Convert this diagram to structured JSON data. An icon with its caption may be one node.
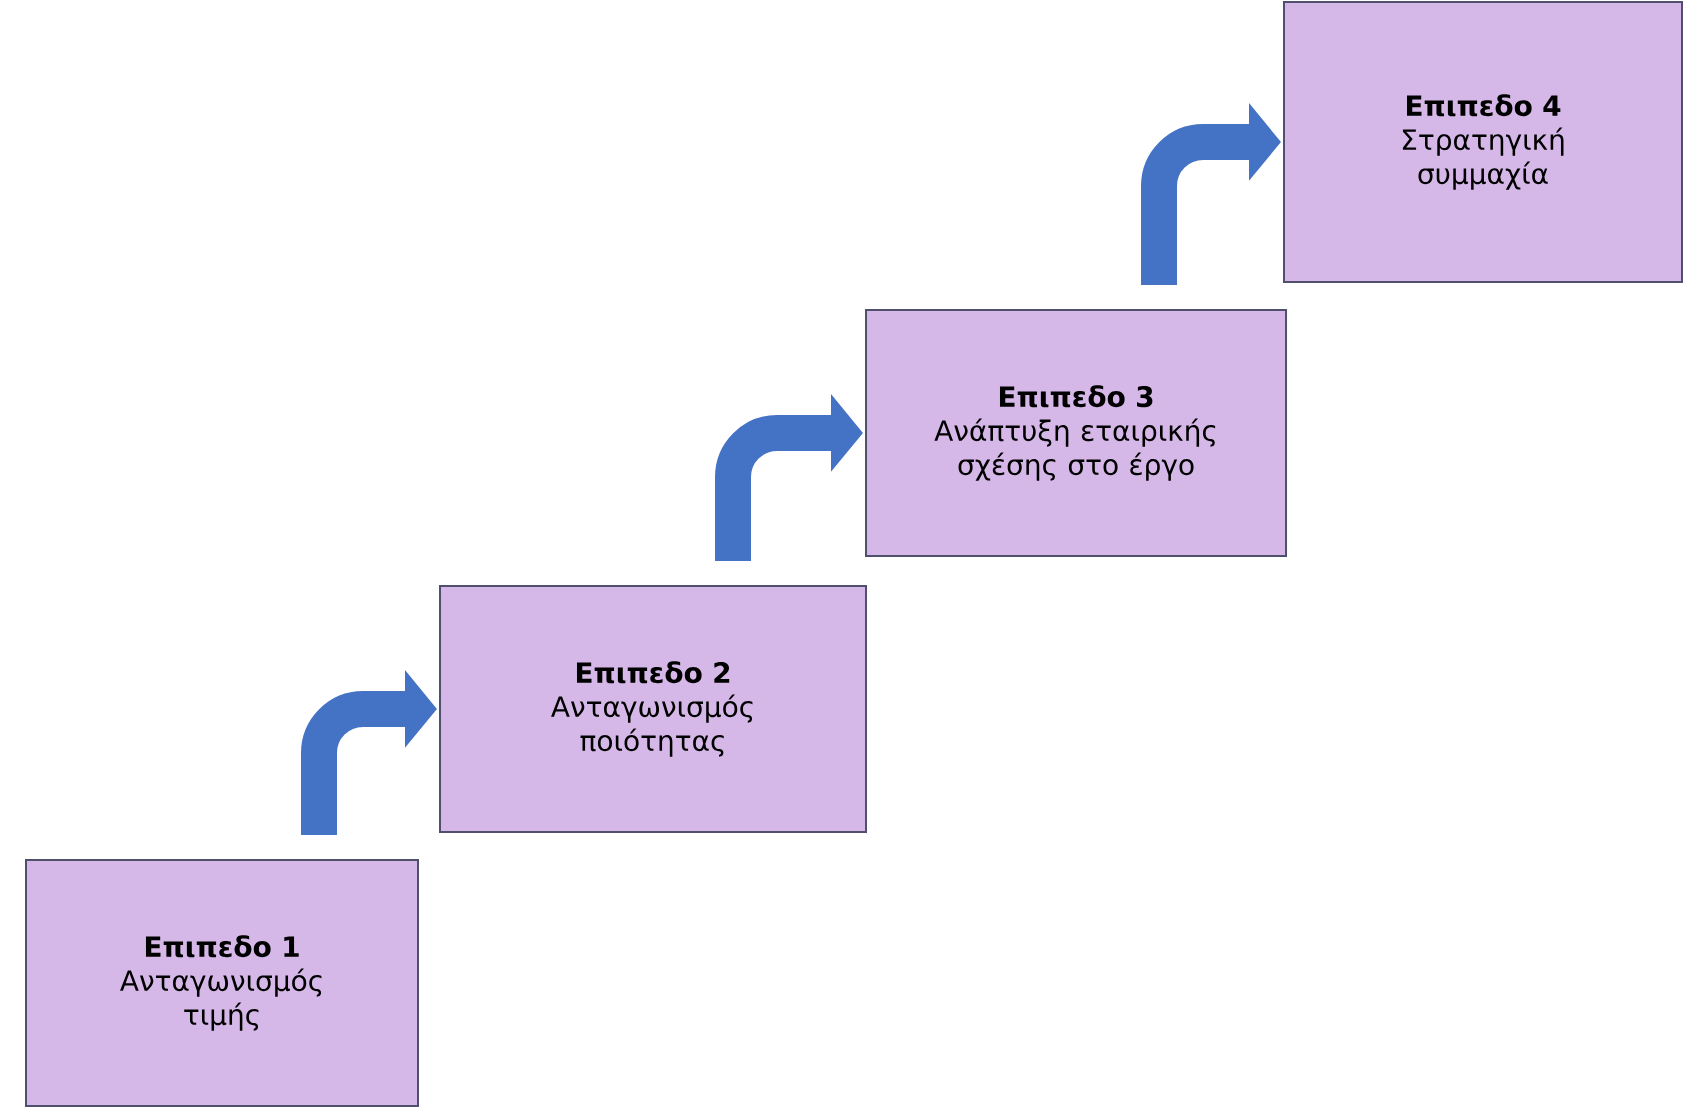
{
  "diagram": {
    "nodes": [
      {
        "text": [
          "Επιπεδο 1",
          "Ανταγωνισμός τιμής"
        ]
      },
      {
        "text": [
          "Επιπεδο 2",
          "Ανταγωνισμός ποιότητας"
        ]
      },
      {
        "text": [
          "Επιπεδο 3",
          "Ανάπτυξη εταιρικής σχέσης στο έργο"
        ]
      },
      {
        "text": [
          "Επιπεδο 4",
          "Στρατηγική συμμαχία"
        ]
      }
    ],
    "edges": [
      {
        "from": 0,
        "to": 1,
        "arrow": "to"
      },
      {
        "from": 1,
        "to": 2,
        "arrow": "to"
      },
      {
        "from": 2,
        "to": 3,
        "arrow": "to"
      }
    ]
  }
}
